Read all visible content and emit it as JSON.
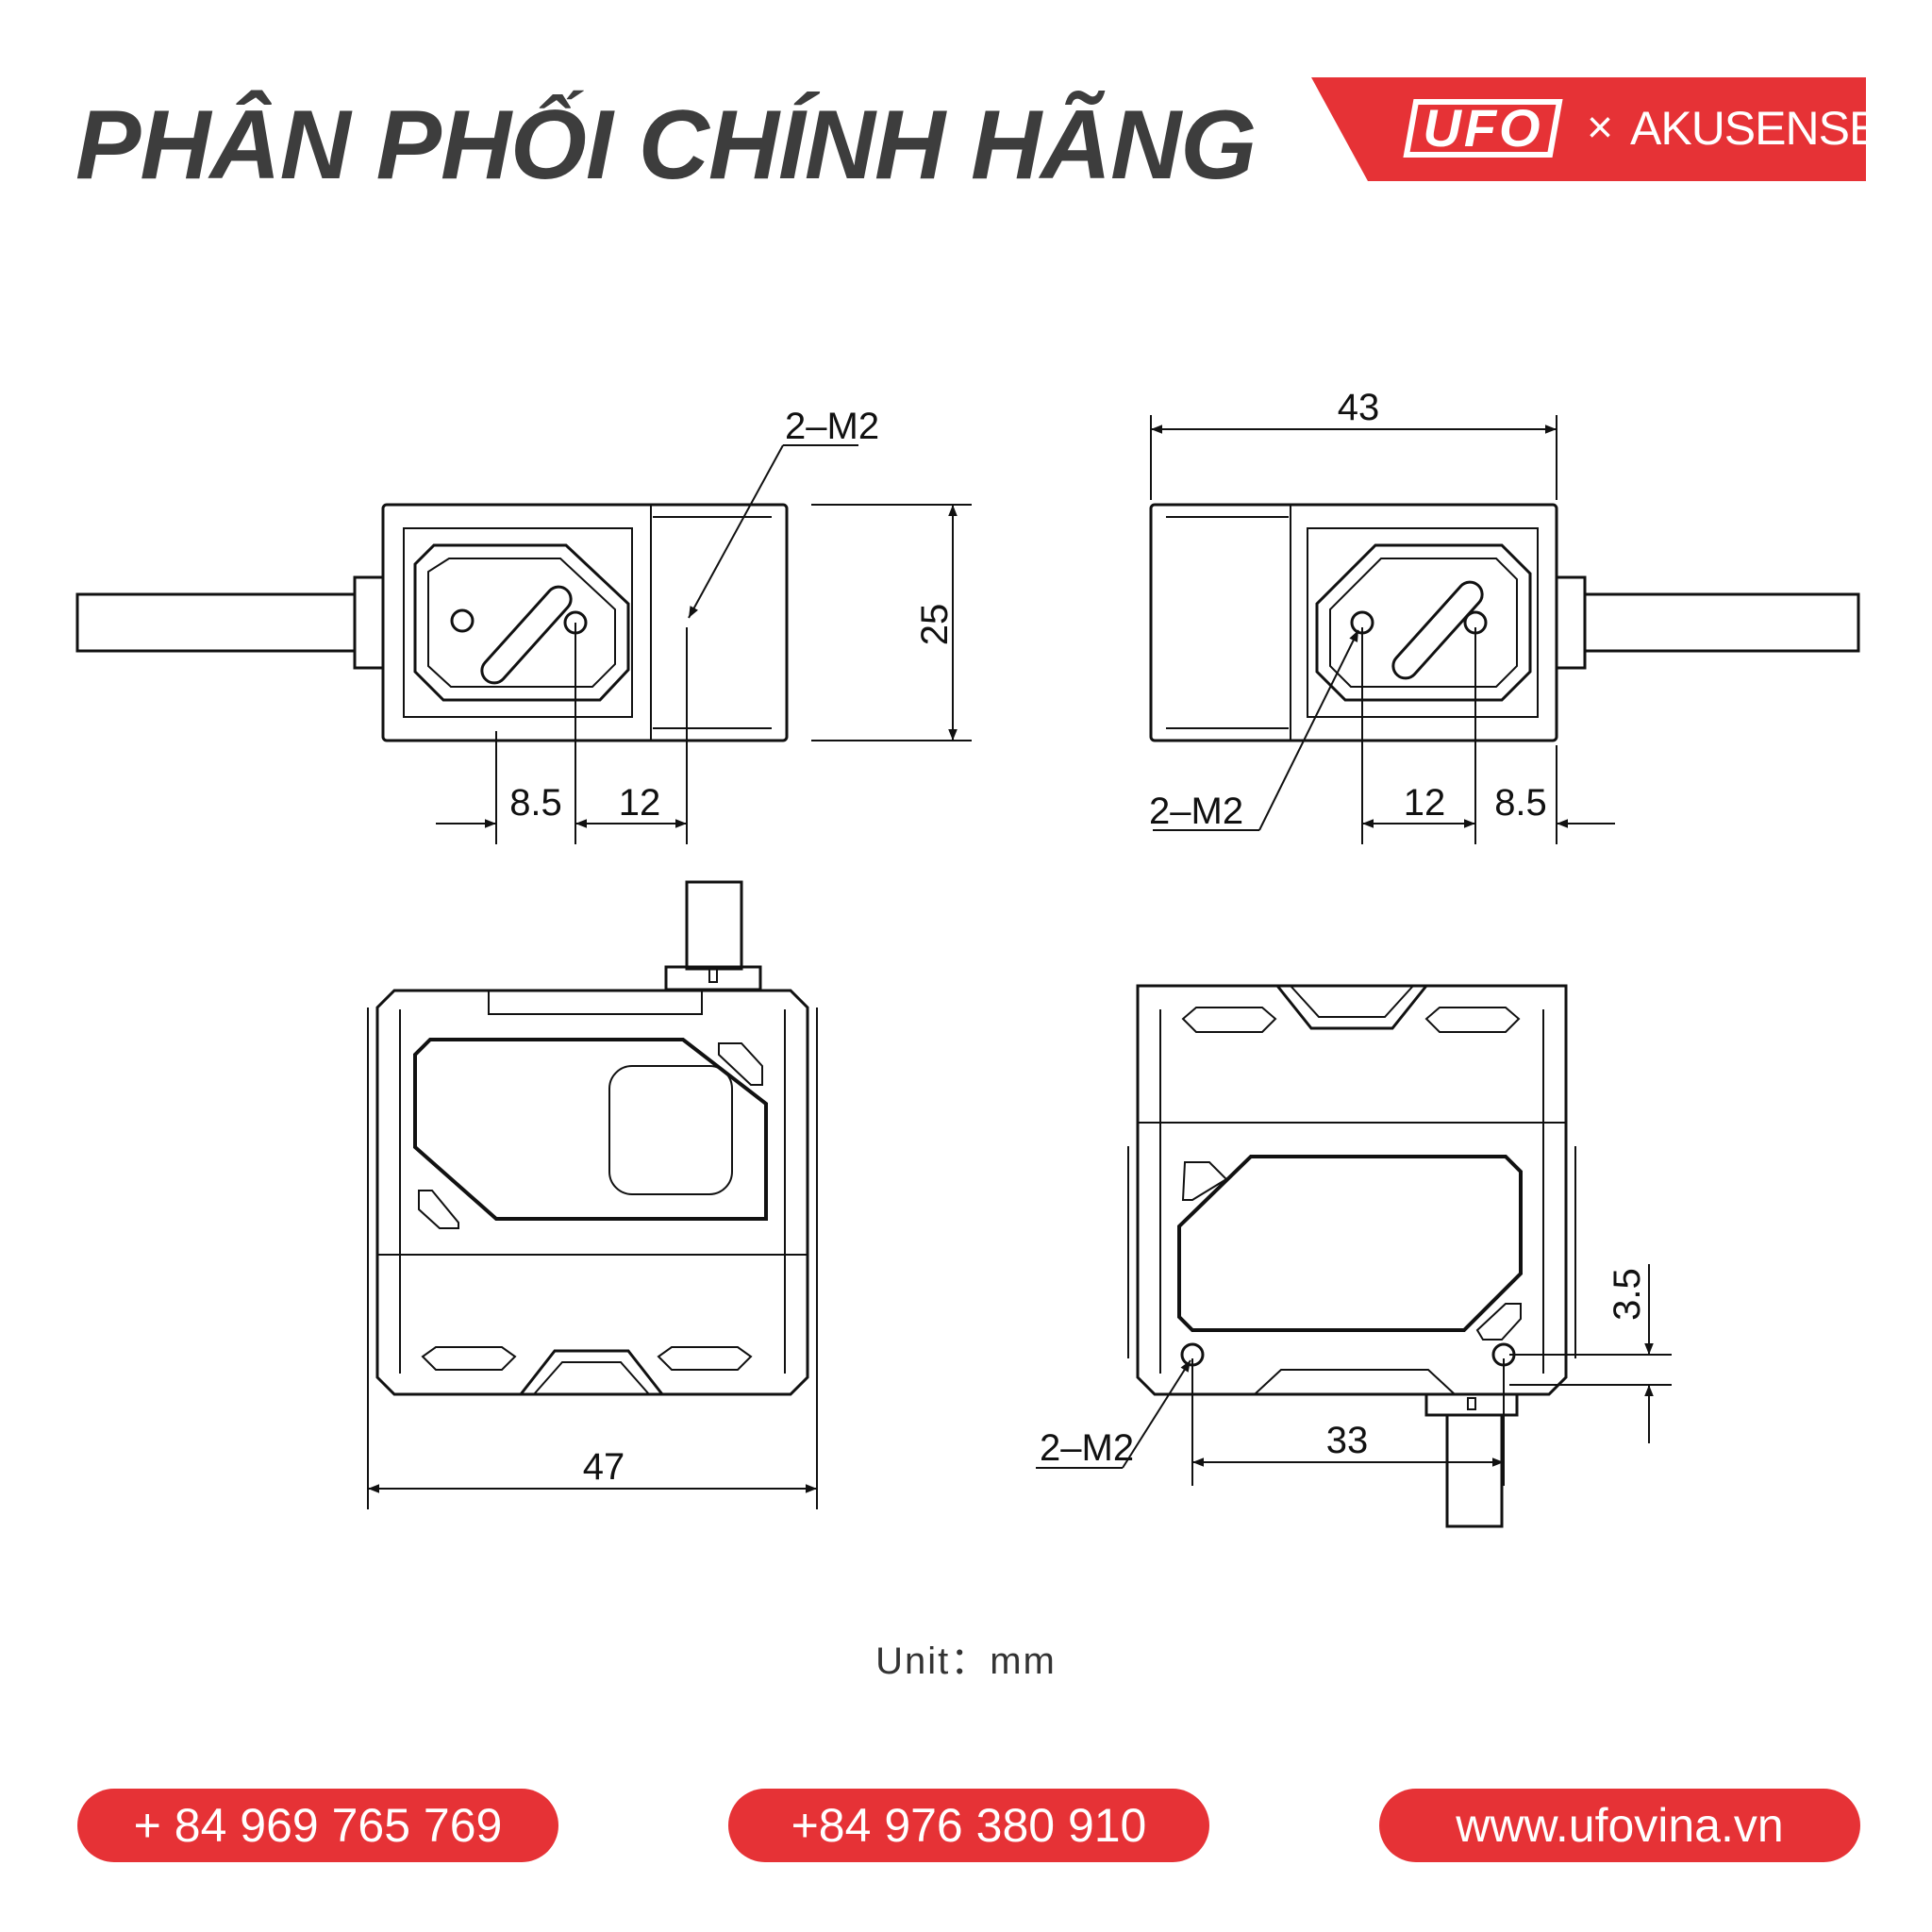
{
  "header": {
    "title": "PHÂN PHỐI CHÍNH HÃNG",
    "brand": {
      "logo_text": "UFO",
      "separator": "×",
      "partner": "AKUSENSE"
    }
  },
  "dimensions": {
    "thread_label": "2–M2",
    "width_43": "43",
    "height_25": "25",
    "offset_8_5": "8.5",
    "offset_12": "12",
    "length_47": "47",
    "hole_pitch_33": "33",
    "hole_offset_3_5": "3.5"
  },
  "unit_label": "Unit：mm",
  "contacts": {
    "phone_1": "+ 84 969 765 769",
    "phone_2": "+84 976 380 910",
    "website": "www.ufovina.vn"
  },
  "colors": {
    "accent": "#e63236",
    "title": "#3d3d3d",
    "line": "#111111"
  }
}
